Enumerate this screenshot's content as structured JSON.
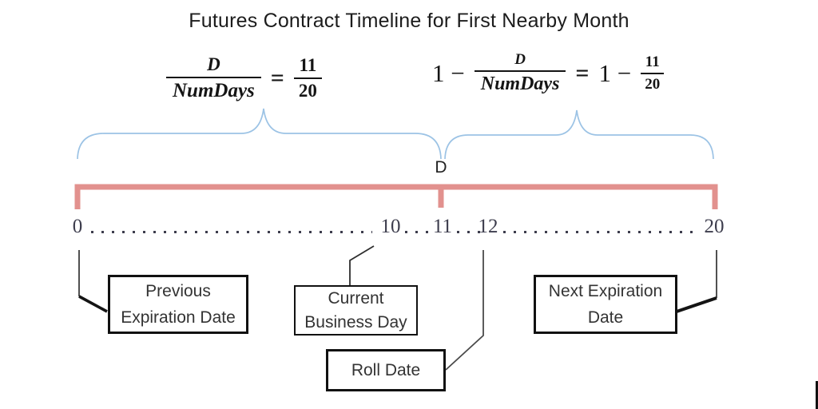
{
  "title": "Futures Contract Timeline for First Nearby Month",
  "formulas": {
    "left": {
      "numerator": "D",
      "denominator": "NumDays",
      "equals": "=",
      "rhs_numerator": "11",
      "rhs_denominator": "20"
    },
    "right": {
      "lead": "1 −",
      "numerator": "D",
      "denominator": "NumDays",
      "equals": "=",
      "rhs_lead": "1 −",
      "rhs_numerator": "11",
      "rhs_denominator": "20"
    }
  },
  "segment_label": "D",
  "timeline": {
    "ticks": [
      {
        "label": "0"
      },
      {
        "label": "10"
      },
      {
        "label": "11"
      },
      {
        "label": "12"
      },
      {
        "label": "20"
      }
    ]
  },
  "boxes": {
    "previous_expiration": {
      "line1": "Previous",
      "line2": "Expiration Date"
    },
    "current_business": {
      "line1": "Current",
      "line2": "Business Day"
    },
    "roll_date": {
      "line1": "Roll Date"
    },
    "next_expiration": {
      "line1": "Next Expiration",
      "line2": "Date"
    }
  },
  "colors": {
    "brace_blue": "#9cc3e5",
    "timeline_red": "#e2918e",
    "title_text": "#1c1c1c",
    "tick_text": "#3d3d4d"
  }
}
